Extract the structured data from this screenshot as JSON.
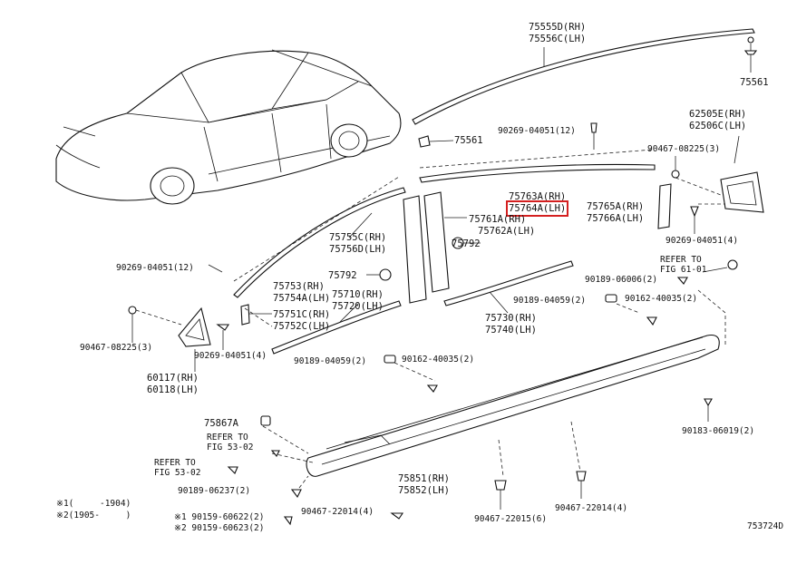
{
  "labels": {
    "p75555d": "75555D(RH)",
    "p75556c": "75556C(LH)",
    "p75561_top": "75561",
    "p75561_mid": "75561",
    "p62505e": "62505E(RH)",
    "p62506c": "62506C(LH)",
    "p90467_08225_r": "90467-08225(3)",
    "p90269_04051_top": "90269-04051(12)",
    "p75763a": "75763A(RH)",
    "p75764a": "75764A(LH)",
    "p75765a": "75765A(RH)",
    "p75766a": "75766A(LH)",
    "p90269_04051_r": "90269-04051(4)",
    "p75761a": "75761A(RH)",
    "p75762a": "75762A(LH)",
    "p75792_a": "75792",
    "p75755c": "75755C(RH)",
    "p75756d": "75756D(LH)",
    "p90269_04051_l": "90269-04051(12)",
    "p75792_b": "75792",
    "p75753": "75753(RH)",
    "p75754a": "75754A(LH)",
    "p75710": "75710(RH)",
    "p75720": "75720(LH)",
    "p75751c": "75751C(RH)",
    "p75752c": "75752C(LH)",
    "refer_61": "REFER TO",
    "fig_61": "FIG 61-01",
    "p90189_06006": "90189-06006(2)",
    "p90189_04059_a": "90189-04059(2)",
    "p90162_40035_a": "90162-40035(2)",
    "p75730": "75730(RH)",
    "p75740": "75740(LH)",
    "p90467_08225_l": "90467-08225(3)",
    "p90269_04051_b": "90269-04051(4)",
    "p60117": "60117(RH)",
    "p60118": "60118(LH)",
    "p90189_04059_b": "90189-04059(2)",
    "p90162_40035_b": "90162-40035(2)",
    "p75867a": "75867A",
    "refer_53a": "REFER TO",
    "fig_53a": "FIG 53-02",
    "refer_53b": "REFER TO",
    "fig_53b": "FIG 53-02",
    "p90183_06019": "90183-06019(2)",
    "p90189_06237": "90189-06237(2)",
    "p75851": "75851(RH)",
    "p75852": "75852(LH)",
    "p90467_22014_a": "90467-22014(4)",
    "p90467_22015": "90467-22015(6)",
    "p90467_22014_b": "90467-22014(4)",
    "note1": "※1(     -1904)",
    "note2": "※2(1905-     )",
    "p90159_60622": "※1 90159-60622(2)",
    "p90159_60623": "※2 90159-60623(2)",
    "diagram_id": "753724D"
  },
  "highlight": {
    "part": "75764A(LH)",
    "color": "#d42020"
  }
}
